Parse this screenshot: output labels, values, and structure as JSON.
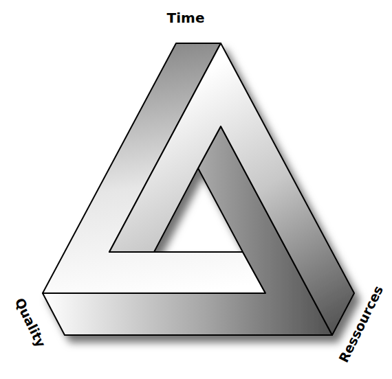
{
  "diagram": {
    "labels": [
      "Time",
      "Quality",
      "Ressources"
    ]
  }
}
